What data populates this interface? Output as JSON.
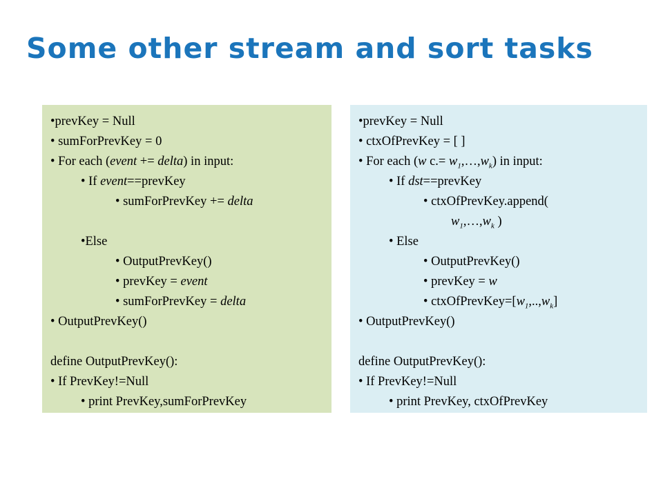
{
  "title": "Some other stream and sort tasks",
  "left": {
    "l1": "prevKey = Null",
    "l2": "sumForPrevKey = 0",
    "l3a": "For each (",
    "l3_event": "event",
    "l3_op": " += ",
    "l3_delta": "delta",
    "l3b": ") in input:",
    "l4a": "If ",
    "l4_event": "event",
    "l4b": "==prevKey",
    "l5a": "sumForPrevKey += ",
    "l5_delta": "delta",
    "l6": "Else",
    "l7": "OutputPrevKey()",
    "l8a": "prevKey = ",
    "l8_event": "event",
    "l9a": "sumForPrevKey = ",
    "l9_delta": "delta",
    "l10": "OutputPrevKey()",
    "l11": "define OutputPrevKey():",
    "l12": "If PrevKey!=Null",
    "l13": "print PrevKey,sumForPrevKey"
  },
  "right": {
    "l1": "prevKey = Null",
    "l2": "ctxOfPrevKey = [ ]",
    "l3a": "For each (",
    "l3_w": "w",
    "l3_c": " c.= ",
    "l3_w1": "w",
    "l3_sub1": "1",
    "l3_dots": ",…,",
    "l3_wk": "w",
    "l3_subk": "k",
    "l3b": ") in input:",
    "l4a": "If ",
    "l4_dst": "dst",
    "l4b": "==prevKey",
    "l5": "ctxOfPrevKey.append(",
    "l6_w1": "w",
    "l6_sub1": "1",
    "l6_dots": ",…,",
    "l6_wk": "w",
    "l6_subk": "k",
    "l6_close": " )",
    "l7": "Else",
    "l8": "OutputPrevKey()",
    "l9a": "prevKey = ",
    "l9_w": "w",
    "l10a": "ctxOfPrevKey=[",
    "l10_w1": "w",
    "l10_sub1": "1",
    "l10_dots": ",..,",
    "l10_wk": "w",
    "l10_subk": "k",
    "l10b": "]",
    "l11": "OutputPrevKey()",
    "l12": "define OutputPrevKey():",
    "l13": "If PrevKey!=Null",
    "l14": "print PrevKey, ctxOfPrevKey"
  },
  "colors": {
    "title": "#1b75bb",
    "left_box": "#d7e4bc",
    "right_box": "#dbeef3"
  }
}
